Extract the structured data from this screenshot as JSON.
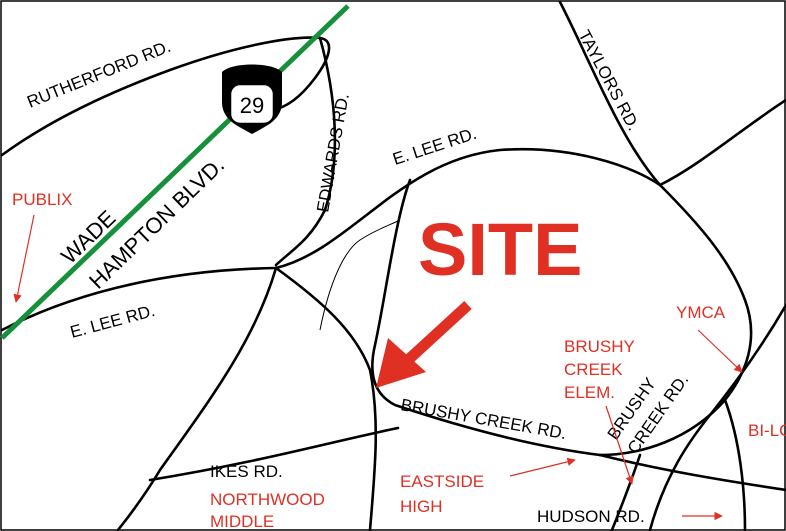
{
  "map": {
    "colors": {
      "road": "#000000",
      "highway": "#16903a",
      "poi": "#e03024",
      "background": "#ffffff"
    },
    "route_shield": {
      "number": "29",
      "icon": "us-highway-shield-icon"
    },
    "roads": {
      "rutherford": "RUTHERFORD RD.",
      "wade": "WADE",
      "hampton": "HAMPTON BLVD.",
      "edwards": "EDWARDS RD.",
      "e_lee_north": "E. LEE RD.",
      "e_lee_west": "E. LEE RD.",
      "taylors": "TAYLORS RD.",
      "brushy_creek_main": "BRUSHY CREEK RD.",
      "brushy_creek_east_1": "BRUSHY",
      "brushy_creek_east_2": "CREEK RD.",
      "ikes": "IKES RD.",
      "hudson": "HUDSON  RD."
    },
    "site": {
      "label": "SITE",
      "icon": "site-arrow-icon"
    },
    "pois": {
      "publix": "PUBLIX",
      "ymca": "YMCA",
      "brushy_creek_elem": [
        "BRUSHY",
        "CREEK",
        "ELEM."
      ],
      "eastside_high": [
        "EASTSIDE",
        "HIGH"
      ],
      "northwood_middle": [
        "NORTHWOOD",
        "MIDDLE"
      ],
      "bilo": "BI-LO"
    }
  }
}
